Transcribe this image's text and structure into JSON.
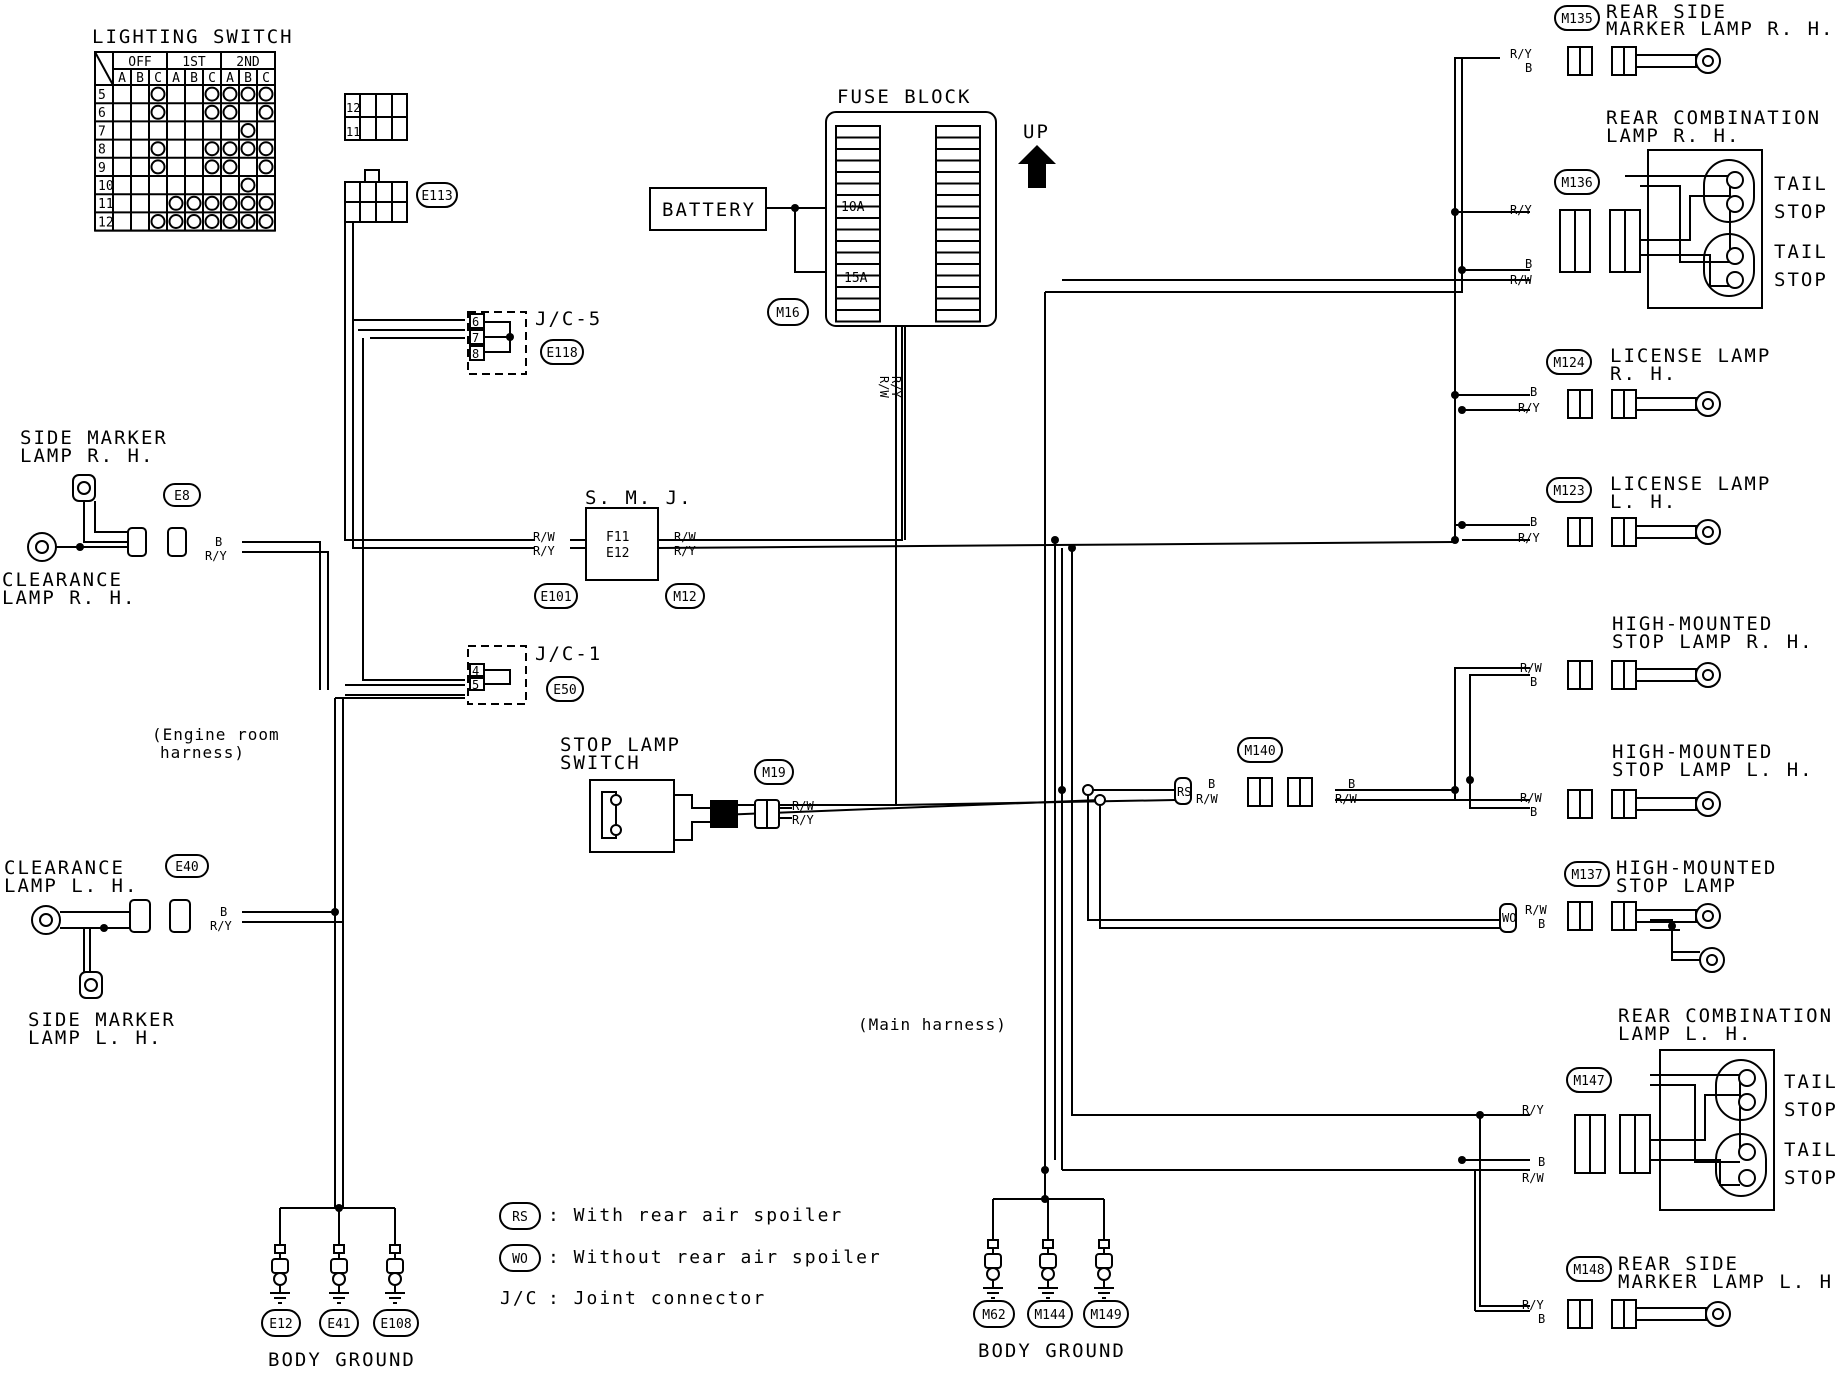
{
  "lighting_switch": {
    "title": "LIGHTING SWITCH",
    "groups": [
      "OFF",
      "1ST",
      "2ND"
    ],
    "sub_cols": [
      "A",
      "B",
      "C",
      "A",
      "B",
      "C",
      "A",
      "B",
      "C"
    ],
    "rows": [
      {
        "pin": "5",
        "cells": [
          0,
          0,
          1,
          0,
          0,
          1,
          1,
          1,
          1
        ]
      },
      {
        "pin": "6",
        "cells": [
          0,
          0,
          1,
          0,
          0,
          1,
          1,
          0,
          1
        ]
      },
      {
        "pin": "7",
        "cells": [
          0,
          0,
          0,
          0,
          0,
          0,
          0,
          1,
          0
        ]
      },
      {
        "pin": "8",
        "cells": [
          0,
          0,
          1,
          0,
          0,
          1,
          1,
          1,
          1
        ]
      },
      {
        "pin": "9",
        "cells": [
          0,
          0,
          1,
          0,
          0,
          1,
          1,
          0,
          1
        ]
      },
      {
        "pin": "10",
        "cells": [
          0,
          0,
          0,
          0,
          0,
          0,
          0,
          1,
          0
        ]
      },
      {
        "pin": "11",
        "cells": [
          0,
          0,
          0,
          1,
          1,
          1,
          1,
          1,
          1
        ]
      },
      {
        "pin": "12",
        "cells": [
          0,
          0,
          1,
          1,
          1,
          1,
          1,
          1,
          1
        ]
      }
    ]
  },
  "labels": {
    "fuse_block": "FUSE BLOCK",
    "battery": "BATTERY",
    "fuse_10a": "10A",
    "fuse_15a": "15A",
    "up": "UP",
    "smj": "S. M. J.",
    "smj_f11": "F11",
    "smj_e12": "E12",
    "jc5": "J/C-5",
    "jc1": "J/C-1",
    "side_marker_rh_1": "SIDE MARKER",
    "side_marker_rh_2": "LAMP R. H.",
    "clearance_rh_1": "CLEARANCE",
    "clearance_rh_2": "LAMP R. H.",
    "clearance_lh_1": "CLEARANCE",
    "clearance_lh_2": "LAMP L. H.",
    "side_marker_lh_1": "SIDE MARKER",
    "side_marker_lh_2": "LAMP L. H.",
    "engine_room_1": "(Engine room",
    "engine_room_2": "harness)",
    "main_harness": "(Main harness)",
    "stop_switch_1": "STOP LAMP",
    "stop_switch_2": "SWITCH",
    "rear_side_rh_1": "REAR SIDE",
    "rear_side_rh_2": "MARKER LAMP R. H.",
    "rear_comb_rh_1": "REAR COMBINATION",
    "rear_comb_rh_2": "LAMP R. H.",
    "license_rh_1": "LICENSE LAMP",
    "license_rh_2": "R. H.",
    "license_lh_1": "LICENSE LAMP",
    "license_lh_2": "L. H.",
    "hm_stop_rh_1": "HIGH-MOUNTED",
    "hm_stop_rh_2": "STOP LAMP R. H.",
    "hm_stop_lh_1": "HIGH-MOUNTED",
    "hm_stop_lh_2": "STOP LAMP L. H.",
    "hm_stop_1": "HIGH-MOUNTED",
    "hm_stop_2": "STOP LAMP",
    "rear_comb_lh_1": "REAR COMBINATION",
    "rear_comb_lh_2": "LAMP L. H.",
    "rear_side_lh_1": "REAR SIDE",
    "rear_side_lh_2": "MARKER LAMP L. H.",
    "tail": "TAIL",
    "stop": "STOP",
    "body_ground": "BODY GROUND"
  },
  "connectors": {
    "E113": "E113",
    "E118": "E118",
    "E8": "E8",
    "E40": "E40",
    "E50": "E50",
    "E101": "E101",
    "M12": "M12",
    "M16": "M16",
    "M19": "M19",
    "M140": "M140",
    "M135": "M135",
    "M136": "M136",
    "M124": "M124",
    "M123": "M123",
    "M137": "M137",
    "M147": "M147",
    "M148": "M148",
    "E12": "E12",
    "E41": "E41",
    "E108": "E108",
    "M62": "M62",
    "M144": "M144",
    "M149": "M149"
  },
  "wires": {
    "rw": "R/W",
    "ry": "R/Y",
    "b": "B"
  },
  "pins": {
    "p6": "6",
    "p7": "7",
    "p8": "8",
    "p4": "4",
    "p5": "5",
    "p12": "12",
    "p11": "11"
  },
  "legend": {
    "rs_tag": "RS",
    "rs_text": ": With rear air spoiler",
    "wo_tag": "WO",
    "wo_text": ": Without rear air spoiler",
    "jc_tag": "J/C",
    "jc_text": ": Joint connector"
  }
}
